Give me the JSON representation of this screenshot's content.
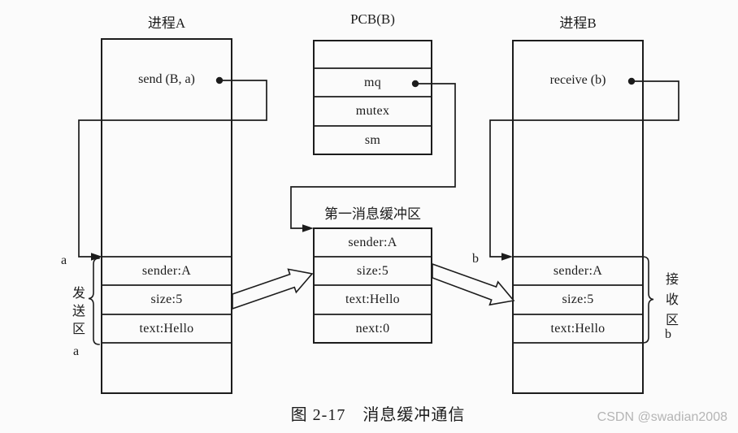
{
  "figure": {
    "caption": "图 2-17　消息缓冲通信",
    "watermark": "CSDN @swadian2008"
  },
  "process_a": {
    "title": "进程A",
    "call": "send (B, a)",
    "rows": [
      "sender:A",
      "size:5",
      "text:Hello"
    ],
    "pointer": "a",
    "zone": "发送区",
    "zone_name": "a"
  },
  "pcb_b": {
    "title": "PCB(B)",
    "rows": [
      "mq",
      "mutex",
      "sm"
    ]
  },
  "buffer": {
    "title": "第一消息缓冲区",
    "rows": [
      "sender:A",
      "size:5",
      "text:Hello",
      "next:0"
    ]
  },
  "process_b": {
    "title": "进程B",
    "call": "receive (b)",
    "rows": [
      "sender:A",
      "size:5",
      "text:Hello"
    ],
    "pointer": "b",
    "zone": "接收区",
    "zone_name": "b"
  },
  "colors": {
    "line": "#1c1c1c",
    "background": "#fbfbfb",
    "watermark": "#b5b5b5"
  }
}
